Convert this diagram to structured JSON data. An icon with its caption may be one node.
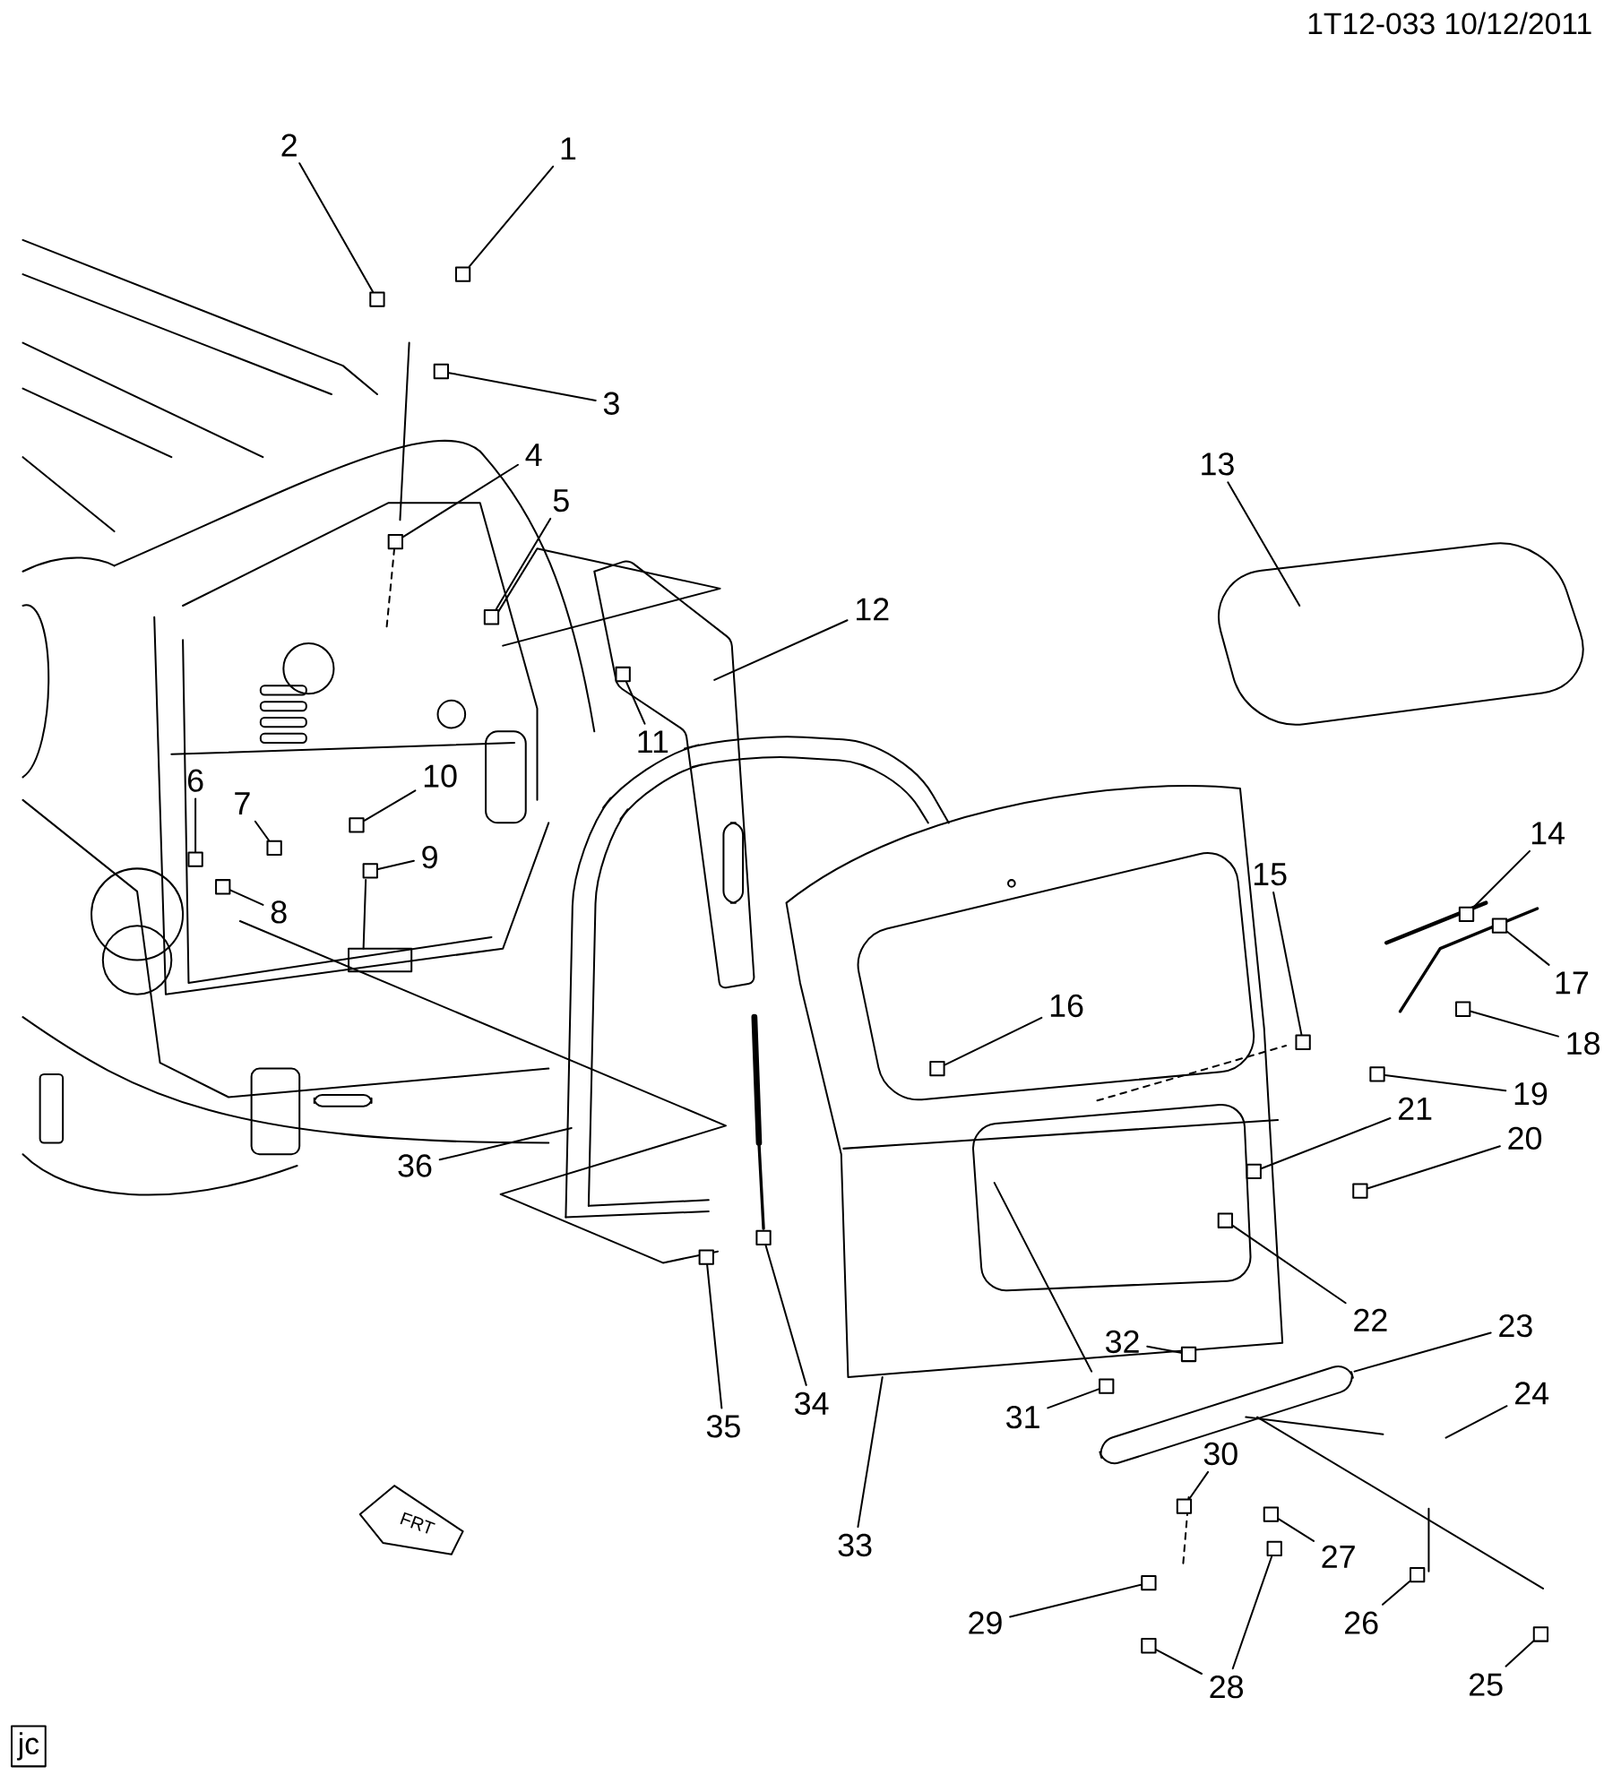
{
  "diagram": {
    "nodes": [
      {
        "text": [
          "1"
        ]
      },
      {
        "text": [
          "2"
        ]
      },
      {
        "text": [
          "3"
        ]
      },
      {
        "text": [
          "4"
        ]
      },
      {
        "text": [
          "5"
        ]
      },
      {
        "text": [
          "6"
        ]
      },
      {
        "text": [
          "7"
        ]
      },
      {
        "text": [
          "8"
        ]
      },
      {
        "text": [
          "9"
        ]
      },
      {
        "text": [
          "10"
        ]
      },
      {
        "text": [
          "11"
        ]
      },
      {
        "text": [
          "12"
        ]
      },
      {
        "text": [
          "13"
        ]
      },
      {
        "text": [
          "14"
        ]
      },
      {
        "text": [
          "15"
        ]
      },
      {
        "text": [
          "16"
        ]
      },
      {
        "text": [
          "17"
        ]
      },
      {
        "text": [
          "18"
        ]
      },
      {
        "text": [
          "19"
        ]
      },
      {
        "text": [
          "20"
        ]
      },
      {
        "text": [
          "21"
        ]
      },
      {
        "text": [
          "22"
        ]
      },
      {
        "text": [
          "23"
        ]
      },
      {
        "text": [
          "24"
        ]
      },
      {
        "text": [
          "25"
        ]
      },
      {
        "text": [
          "26"
        ]
      },
      {
        "text": [
          "27"
        ]
      },
      {
        "text": [
          "28"
        ]
      },
      {
        "text": [
          "29"
        ]
      },
      {
        "text": [
          "30"
        ]
      },
      {
        "text": [
          "31"
        ]
      },
      {
        "text": [
          "32"
        ]
      },
      {
        "text": [
          "33"
        ]
      },
      {
        "text": [
          "34"
        ]
      },
      {
        "text": [
          "35"
        ]
      },
      {
        "text": [
          "36"
        ]
      },
      {
        "text": [
          "jc"
        ]
      },
      {
        "text": [],
        "shape": "box"
      },
      {
        "text": [],
        "shape": "box"
      },
      {
        "text": [],
        "shape": "box"
      },
      {
        "text": [],
        "shape": "box"
      },
      {
        "text": [],
        "shape": "box"
      },
      {
        "text": [],
        "shape": "box"
      },
      {
        "text": [],
        "shape": "box"
      },
      {
        "text": [],
        "shape": "box"
      },
      {
        "text": [],
        "shape": "box"
      },
      {
        "text": [],
        "shape": "box"
      },
      {
        "text": [],
        "shape": "box"
      },
      {
        "text": [],
        "shape": "box"
      },
      {
        "text": [],
        "shape": "box"
      },
      {
        "text": [],
        "shape": "box"
      },
      {
        "text": [],
        "shape": "box"
      },
      {
        "text": [],
        "shape": "box"
      },
      {
        "text": [],
        "shape": "box"
      },
      {
        "text": [],
        "shape": "box"
      },
      {
        "text": [],
        "shape": "box"
      },
      {
        "text": [],
        "shape": "box"
      },
      {
        "text": [],
        "shape": "box"
      },
      {
        "text": [],
        "shape": "box"
      },
      {
        "text": [],
        "shape": "box"
      },
      {
        "text": [],
        "shape": "box"
      },
      {
        "text": [],
        "shape": "box"
      },
      {
        "text": [],
        "shape": "box"
      },
      {
        "text": [],
        "shape": "box"
      },
      {
        "text": [],
        "shape": "box"
      },
      {
        "text": [],
        "shape": "box"
      },
      {
        "text": [],
        "shape": "box"
      },
      {
        "text": [],
        "shape": "box"
      }
    ],
    "edges": [
      {
        "from": 0,
        "to": 37,
        "arrow": "none"
      },
      {
        "from": 1,
        "to": 38,
        "arrow": "none"
      },
      {
        "from": 2,
        "to": 39,
        "arrow": "none"
      },
      {
        "from": 3,
        "to": 40,
        "arrow": "none"
      },
      {
        "from": 4,
        "to": 41,
        "arrow": "none"
      },
      {
        "from": 5,
        "to": 42,
        "arrow": "none"
      },
      {
        "from": 6,
        "to": 43,
        "arrow": "none"
      },
      {
        "from": 7,
        "to": 44,
        "arrow": "none"
      },
      {
        "from": 8,
        "to": 45,
        "arrow": "none"
      },
      {
        "from": 9,
        "to": 46,
        "arrow": "none"
      },
      {
        "from": 10,
        "to": 47,
        "arrow": "none"
      },
      {
        "from": 11,
        "to": null,
        "arrow": "none"
      },
      {
        "from": 12,
        "to": null,
        "arrow": "none"
      },
      {
        "from": 13,
        "to": 48,
        "arrow": "none"
      },
      {
        "from": 14,
        "to": 49,
        "arrow": "none"
      },
      {
        "from": 15,
        "to": 50,
        "arrow": "none"
      },
      {
        "from": 16,
        "to": 51,
        "arrow": "none"
      },
      {
        "from": 17,
        "to": 52,
        "arrow": "none"
      },
      {
        "from": 18,
        "to": 53,
        "arrow": "none"
      },
      {
        "from": 19,
        "to": 54,
        "arrow": "none"
      },
      {
        "from": 20,
        "to": 55,
        "arrow": "none"
      },
      {
        "from": 21,
        "to": 56,
        "arrow": "none"
      },
      {
        "from": 22,
        "to": null,
        "arrow": "none"
      },
      {
        "from": 23,
        "to": null,
        "arrow": "none"
      },
      {
        "from": 24,
        "to": 57,
        "arrow": "none"
      },
      {
        "from": 25,
        "to": 58,
        "arrow": "none"
      },
      {
        "from": 26,
        "to": 59,
        "arrow": "none"
      },
      {
        "from": 27,
        "to": 60,
        "arrow": "none"
      },
      {
        "from": 27,
        "to": 61,
        "arrow": "none"
      },
      {
        "from": 28,
        "to": 62,
        "arrow": "none"
      },
      {
        "from": 29,
        "to": 63,
        "arrow": "none"
      },
      {
        "from": 30,
        "to": 64,
        "arrow": "none"
      },
      {
        "from": 31,
        "to": 65,
        "arrow": "none"
      },
      {
        "from": 32,
        "to": null,
        "arrow": "none"
      },
      {
        "from": 33,
        "to": 66,
        "arrow": "none"
      },
      {
        "from": 34,
        "to": 67,
        "arrow": "none"
      },
      {
        "from": 35,
        "to": null,
        "arrow": "none"
      }
    ],
    "labels": [
      "1T12-033 10/12/2011",
      "FRT"
    ]
  }
}
